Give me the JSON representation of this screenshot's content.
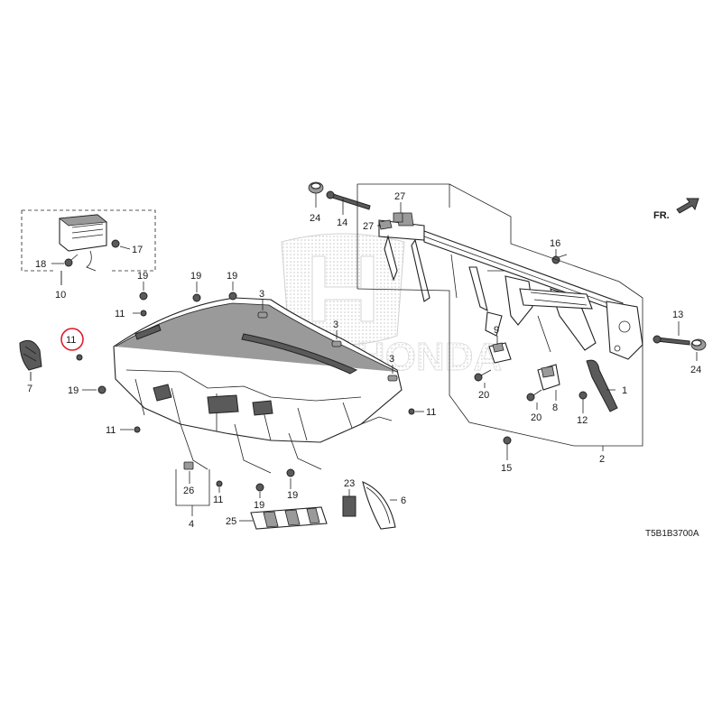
{
  "labels": {
    "p1": "1",
    "p2": "2",
    "p3a": "3",
    "p3b": "3",
    "p3c": "3",
    "p4": "4",
    "p6": "6",
    "p7": "7",
    "p8": "8",
    "p9": "9",
    "p10": "10",
    "p11a": "11",
    "p11b": "11",
    "p11c": "11",
    "p11d": "11",
    "p11e": "11",
    "p12": "12",
    "p13": "13",
    "p14": "14",
    "p15": "15",
    "p16": "16",
    "p17": "17",
    "p18": "18",
    "p19a": "19",
    "p19b": "19",
    "p19c": "19",
    "p19d": "19",
    "p19e": "19",
    "p19f": "19",
    "p20a": "20",
    "p20b": "20",
    "p23": "23",
    "p24a": "24",
    "p24b": "24",
    "p25": "25",
    "p26": "26",
    "p27a": "27",
    "p27b": "27"
  },
  "direction_label": "FR.",
  "diagram_code": "T5B1B3700A",
  "highlight_color": "#e0192a"
}
